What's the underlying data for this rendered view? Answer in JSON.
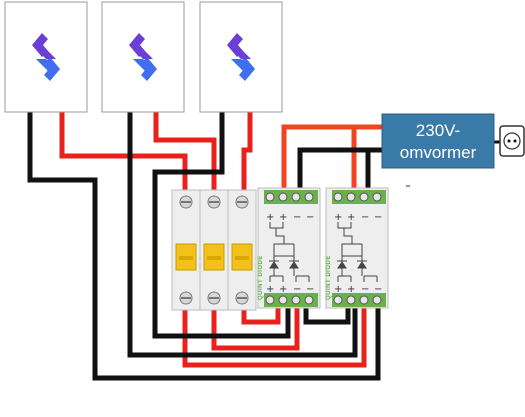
{
  "converter": {
    "label_line1": "230V-",
    "label_line2": "omvormer",
    "fill": "#3a7aa8",
    "text_color": "#ffffff"
  },
  "diode_modules": {
    "label": "QUINT DIODE",
    "top_terminals": [
      "+",
      "+",
      "−",
      "−"
    ],
    "bottom_terminals": [
      "+",
      "+",
      "−",
      "−"
    ]
  },
  "wire_colors": {
    "positive": "#e8211d",
    "negative": "#111111",
    "converter_positive": "#f0451f"
  },
  "breaker_handle_color": "#f2c21b",
  "terminal_green": "#6ab04c",
  "logo": {
    "icon": "stacked-chevron-logo",
    "colors": [
      "#6b3fd6",
      "#3f6ef0"
    ]
  },
  "icons": {
    "power_outlet": "power-outlet-icon"
  }
}
